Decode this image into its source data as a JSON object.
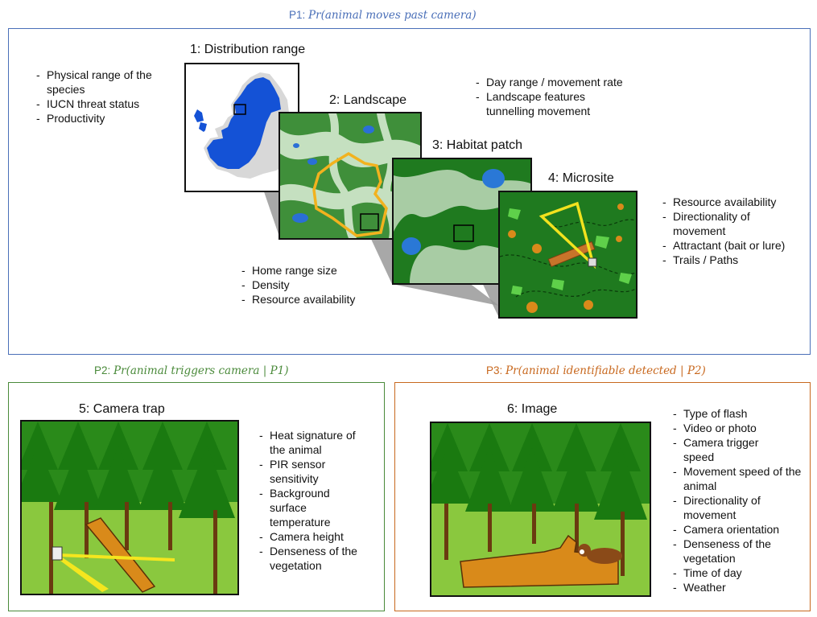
{
  "p1": {
    "label": "P1:",
    "expr": "Pr(animal moves past camera)",
    "color": "#4a6fb8",
    "steps": [
      {
        "title": "1: Distribution range"
      },
      {
        "title": "2: Landscape"
      },
      {
        "title": "3: Habitat patch"
      },
      {
        "title": "4: Microsite"
      }
    ],
    "list_range": [
      "Physical range of the species",
      "IUCN threat status",
      "Productivity"
    ],
    "list_landscape": [
      "Day range / movement rate",
      "Landscape features tunnelling movement"
    ],
    "list_habitat": [
      "Home range size",
      "Density",
      "Resource availability"
    ],
    "list_microsite": [
      "Resource availability",
      "Directionality of movement",
      "Attractant (bait or lure)",
      "Trails / Paths"
    ]
  },
  "p2": {
    "label": "P2:",
    "expr": "Pr(animal triggers camera | P1)",
    "color": "#4a8a3a",
    "step_title": "5: Camera trap",
    "list": [
      "Heat signature of the animal",
      "PIR sensor sensitivity",
      "Background surface temperature",
      "Camera height",
      "Denseness of the vegetation"
    ]
  },
  "p3": {
    "label": "P3:",
    "expr": "Pr(animal identifiable detected | P2)",
    "color": "#c8681e",
    "step_title": "6: Image",
    "list": [
      "Type of flash",
      "Video or photo",
      "Camera trigger speed",
      "Movement speed of the animal",
      "Directionality of movement",
      "Camera orientation",
      "Denseness of the vegetation",
      "Time of day",
      "Weather"
    ]
  }
}
